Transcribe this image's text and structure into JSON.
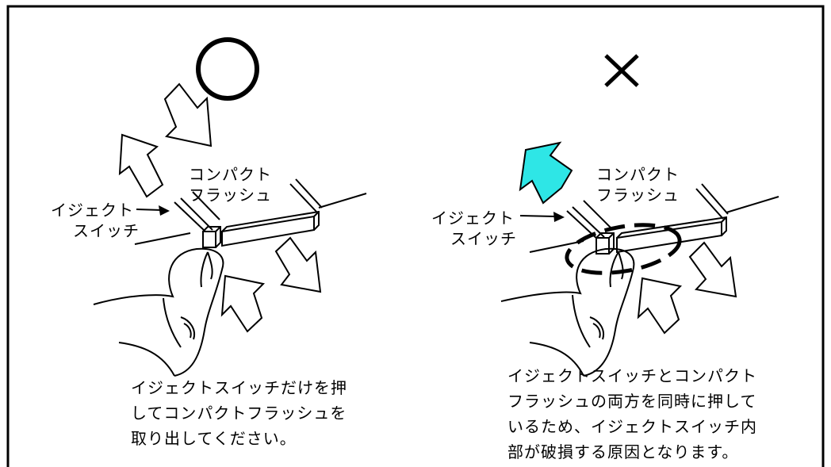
{
  "good_panel": {
    "symbol": "○",
    "label_cf": [
      "コンパクト",
      "フラッシュ"
    ],
    "label_eject": [
      "イジェクト",
      "スイッチ"
    ],
    "caption": [
      "イジェクトスイッチだけを押",
      "してコンパクトフラッシュを",
      "取り出してください。"
    ]
  },
  "bad_panel": {
    "symbol": "×",
    "label_cf": [
      "コンパクト",
      "フラッシュ"
    ],
    "label_eject": [
      "イジェクト",
      "スイッチ"
    ],
    "caption": [
      "イジェクトスイッチとコンパクト",
      "フラッシュの両方を同時に押して",
      "いるため、イジェクトスイッチ内",
      "部が破損する原因となります。"
    ]
  },
  "colors": {
    "warning_arrow": "#2ee6e6",
    "line": "#000000"
  }
}
